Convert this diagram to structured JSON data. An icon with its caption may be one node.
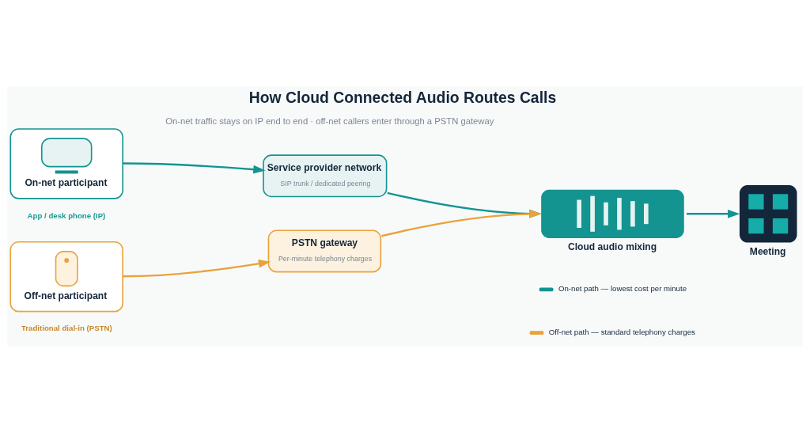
{
  "diagram": {
    "title": "How Cloud Connected Audio Routes Calls",
    "nodes": [
      {
        "text": [
          "On-net participant"
        ],
        "beside": [
          "App / desk phone (IP)"
        ]
      },
      {
        "text": [
          "Service provider network",
          "SIP trunk / dedicated peering"
        ]
      },
      {
        "text": [
          "Off-net participant"
        ],
        "beside": [
          "Traditional dial-in (PSTN)"
        ]
      },
      {
        "text": [
          "PSTN gateway",
          "Per-minute telephony charges"
        ]
      },
      {
        "text": [
          "Cloud audio mixing"
        ]
      },
      {
        "text": [
          "Meeting"
        ]
      }
    ],
    "edges": [
      {
        "from": 0,
        "to": 1,
        "arrow": "to"
      },
      {
        "from": 1,
        "to": 4,
        "arrow": "to"
      },
      {
        "from": 2,
        "to": 3,
        "arrow": "to",
        "color": "#e9a23b"
      },
      {
        "from": 3,
        "to": 4,
        "arrow": "to",
        "color": "#e9a23b"
      },
      {
        "from": 4,
        "to": 5,
        "arrow": "to"
      }
    ],
    "labels": [
      "On-net traffic stays on IP end to end · off-net callers enter through a PSTN gateway"
    ],
    "legend": [
      {
        "text": "On-net path — lowest cost per minute",
        "color": "#139490"
      },
      {
        "text": "Off-net path — standard telephony charges",
        "color": "#e9a23b"
      }
    ]
  }
}
